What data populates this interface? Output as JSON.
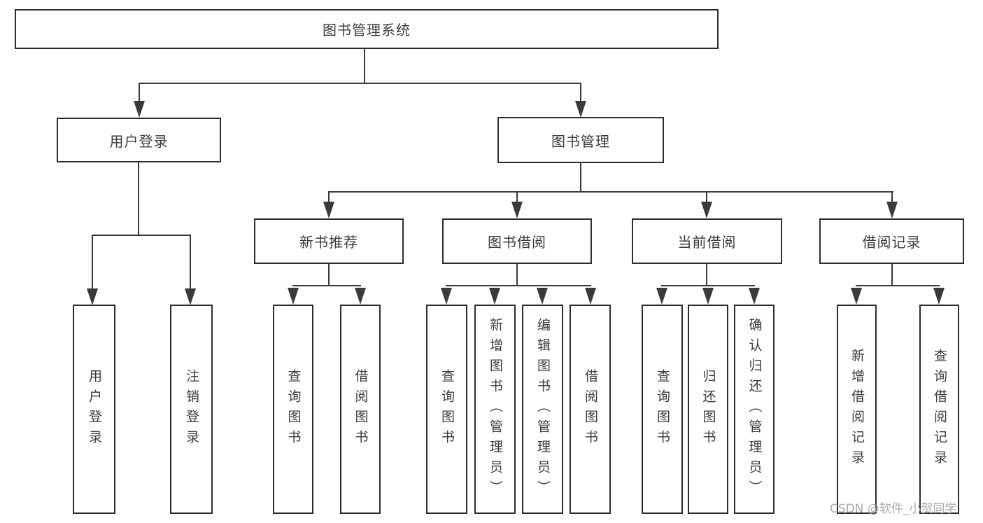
{
  "diagram_type": "hierarchy-tree",
  "tree": {
    "label": "图书管理系统",
    "children": [
      {
        "label": "用户登录",
        "children": [
          {
            "label": "用户登录"
          },
          {
            "label": "注销登录"
          }
        ]
      },
      {
        "label": "图书管理",
        "children": [
          {
            "label": "新书推荐",
            "children": [
              {
                "label": "查询图书"
              },
              {
                "label": "借阅图书"
              }
            ]
          },
          {
            "label": "图书借阅",
            "children": [
              {
                "label": "查询图书"
              },
              {
                "label": "新增图书（管理员）"
              },
              {
                "label": "编辑图书（管理员）"
              },
              {
                "label": "借阅图书"
              }
            ]
          },
          {
            "label": "当前借阅",
            "children": [
              {
                "label": "查询图书"
              },
              {
                "label": "归还图书"
              },
              {
                "label": "确认归还（管理员）"
              }
            ]
          },
          {
            "label": "借阅记录",
            "children": [
              {
                "label": "新增借阅记录"
              },
              {
                "label": "查询借阅记录"
              }
            ]
          }
        ]
      }
    ]
  },
  "watermark": {
    "text": "CSDN @软件_小贺同学"
  },
  "colors": {
    "background": "#ffffff",
    "box_border": "#2d2d2d",
    "connector_line": "#3a3a3a",
    "text": "#3c3c3c",
    "watermark": "#a5a5a5"
  }
}
